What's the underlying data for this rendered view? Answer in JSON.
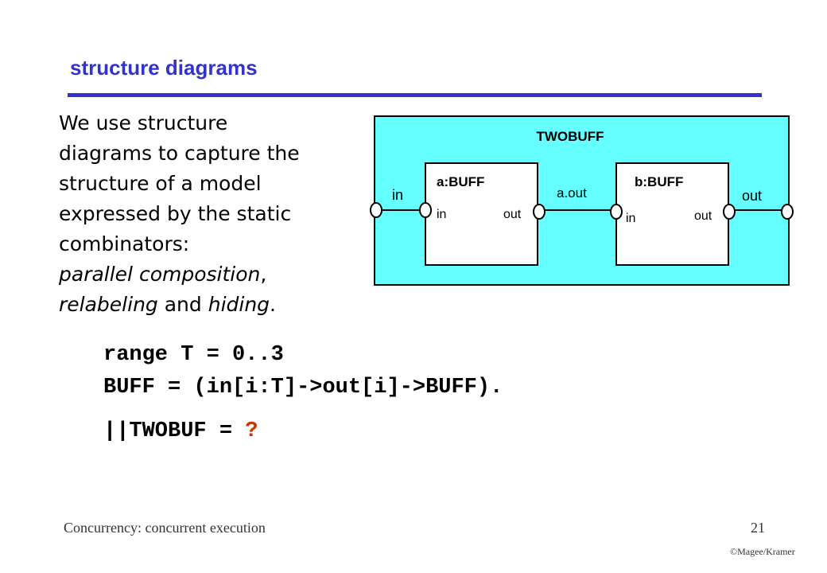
{
  "slide": {
    "title": "structure diagrams",
    "intro_lines": [
      "We use structure",
      "diagrams to capture the",
      "structure of a model",
      "expressed by the static",
      "combinators:"
    ],
    "italic_1": "parallel composition",
    "sep_1": ",",
    "italic_2": "relabeling",
    "sep_2": " and ",
    "italic_3": "hiding",
    "sep_3": "."
  },
  "diagram": {
    "outer_label": "TWOBUFF",
    "box_a_label": "a:BUFF",
    "box_b_label": "b:BUFF",
    "outer_in_label": "in",
    "outer_out_label": "out",
    "a_in_label": "in",
    "a_out_label": "out",
    "link_label": "a.out",
    "b_in_label": "in",
    "b_out_label": "out",
    "colors": {
      "background": "#66ffff",
      "box_fill": "#ffffff",
      "stroke": "#000000"
    }
  },
  "code": {
    "line1": "range T = 0..3",
    "line2": "BUFF = (in[i:T]->out[i]->BUFF).",
    "line3_prefix": "||TWOBUF = ",
    "line3_q": "?"
  },
  "footer": {
    "course": "Concurrency: concurrent execution",
    "page_number": "21",
    "copyright": "©Magee/Kramer"
  }
}
